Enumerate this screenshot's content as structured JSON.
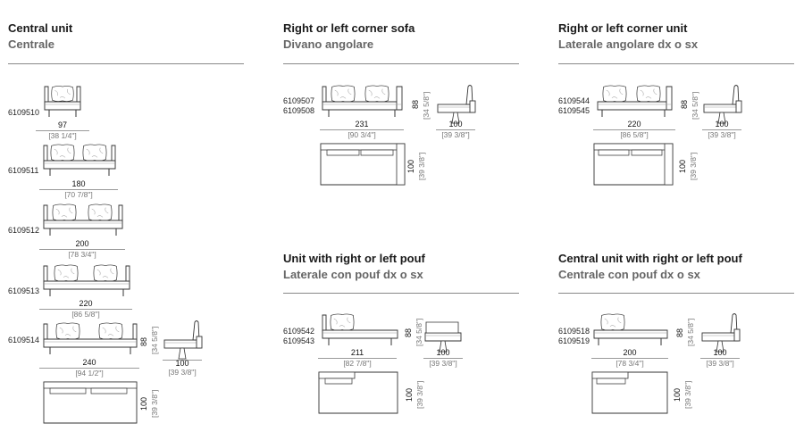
{
  "sections": {
    "central": {
      "title": "Central unit",
      "subtitle": "Centrale"
    },
    "corner_sofa": {
      "title": "Right or left corner sofa",
      "subtitle": "Divano angolare"
    },
    "corner_unit": {
      "title": "Right or left corner unit",
      "subtitle": "Laterale angolare dx o sx"
    },
    "pouf_unit": {
      "title": "Unit with right or left pouf",
      "subtitle": "Laterale con pouf dx o sx"
    },
    "central_pouf": {
      "title": "Central unit with right or left pouf",
      "subtitle": "Centrale con pouf dx o sx"
    }
  },
  "central_items": [
    {
      "code": "6109510",
      "width": "97",
      "width_in": "[38 1/4\"]"
    },
    {
      "code": "6109511",
      "width": "180",
      "width_in": "[70 7/8\"]"
    },
    {
      "code": "6109512",
      "width": "200",
      "width_in": "[78 3/4\"]"
    },
    {
      "code": "6109513",
      "width": "220",
      "width_in": "[86 5/8\"]"
    },
    {
      "code": "6109514",
      "width": "240",
      "width_in": "[94 1/2\"]",
      "height": "88",
      "height_in": "[34 5/8\"]",
      "depth": "100",
      "depth_in": "[39 3/8\"]",
      "plan_depth": "100",
      "plan_depth_in": "[39 3/8\"]"
    }
  ],
  "corner_sofa": {
    "codes": [
      "6109507",
      "6109508"
    ],
    "width": "231",
    "width_in": "[90 3/4\"]",
    "height": "88",
    "height_in": "[34 5/8\"]",
    "depth": "100",
    "depth_in": "[39 3/8\"]",
    "plan_depth": "100",
    "plan_depth_in": "[39 3/8\"]"
  },
  "corner_unit": {
    "codes": [
      "6109544",
      "6109545"
    ],
    "width": "220",
    "width_in": "[86 5/8\"]",
    "height": "88",
    "height_in": "[34 5/8\"]",
    "depth": "100",
    "depth_in": "[39 3/8\"]",
    "plan_depth": "100",
    "plan_depth_in": "[39 3/8\"]"
  },
  "pouf_unit": {
    "codes": [
      "6109542",
      "6109543"
    ],
    "width": "211",
    "width_in": "[82 7/8\"]",
    "height": "88",
    "height_in": "[34 5/8\"]",
    "depth": "100",
    "depth_in": "[39 3/8\"]",
    "plan_depth": "100",
    "plan_depth_in": "[39 3/8\"]"
  },
  "central_pouf": {
    "codes": [
      "6109518",
      "6109519"
    ],
    "width": "200",
    "width_in": "[78 3/4\"]",
    "height": "88",
    "height_in": "[34 5/8\"]",
    "depth": "100",
    "depth_in": "[39 3/8\"]",
    "plan_depth": "100",
    "plan_depth_in": "[39 3/8\"]"
  }
}
